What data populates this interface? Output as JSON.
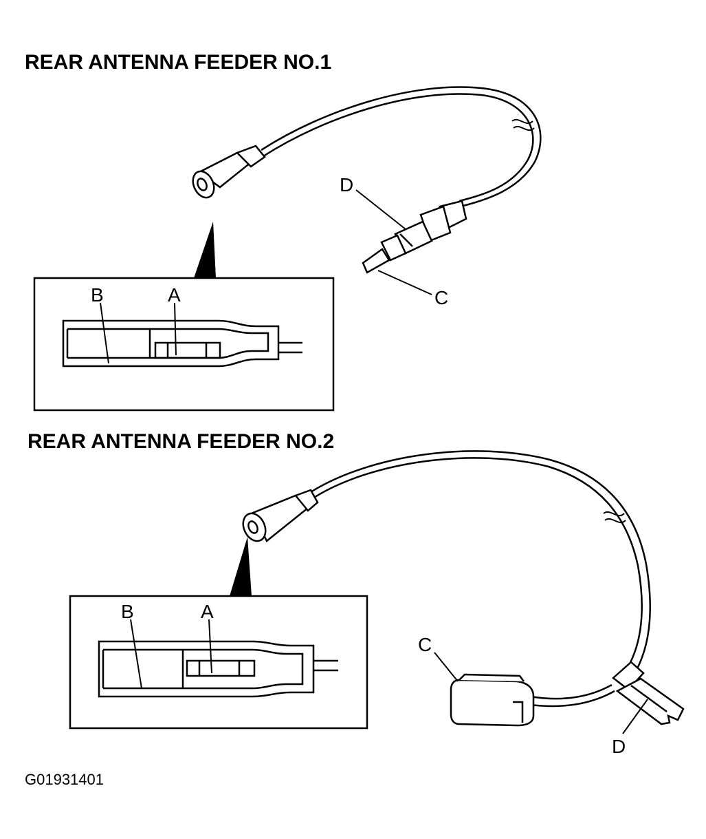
{
  "sections": [
    {
      "title": "REAR ANTENNA FEEDER NO.1",
      "labels": {
        "a": "A",
        "b": "B",
        "c": "C",
        "d": "D"
      }
    },
    {
      "title": "REAR ANTENNA FEEDER NO.2",
      "labels": {
        "a": "A",
        "b": "B",
        "c": "C",
        "d": "D"
      }
    }
  ],
  "figure_code": "G01931401",
  "colors": {
    "ink": "#000000",
    "paper": "#ffffff"
  }
}
